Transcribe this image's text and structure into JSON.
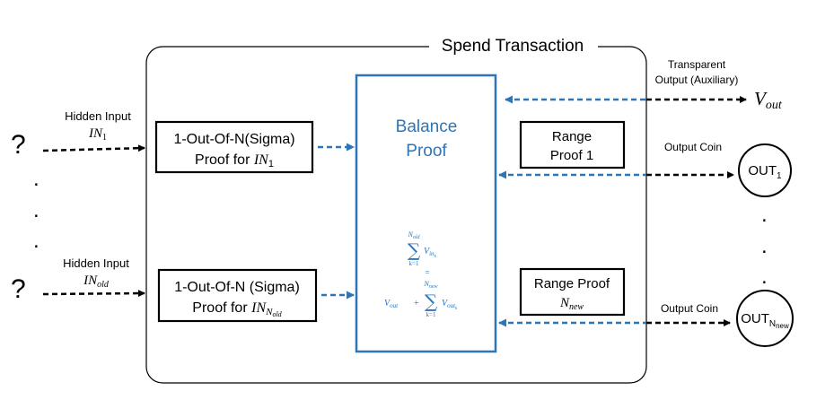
{
  "title": "Spend Transaction",
  "inputs": [
    {
      "marker": "?",
      "label": "Hidden Input",
      "var": "IN",
      "sub": "1"
    },
    {
      "marker": "?",
      "label": "Hidden Input",
      "var": "IN",
      "sub": "old"
    }
  ],
  "ellipsis": ".",
  "sigma_proofs": [
    {
      "line1": "1-Out-Of-N(Sigma)",
      "line2_prefix": "Proof for ",
      "var": "IN",
      "sub": "1",
      "subsub": ""
    },
    {
      "line1": "1-Out-Of-N (Sigma)",
      "line2_prefix": "Proof for ",
      "var": "IN",
      "sub": "N",
      "subsub": "old"
    }
  ],
  "balance_proof": {
    "line1": "Balance",
    "line2": "Proof",
    "formula": {
      "sigma": "∑",
      "top_var": "N",
      "top_sub": "old",
      "bottom": "k=1",
      "lhs_var": "V",
      "lhs_sub": "in",
      "lhs_subsub": "k",
      "equals": "=",
      "rhs_var": "V",
      "rhs_sub": "out",
      "plus": "+",
      "top2_var": "N",
      "top2_sub": "new",
      "bottom2": "k=1",
      "rhs2_var": "V",
      "rhs2_sub": "out",
      "rhs2_subsub": "k"
    }
  },
  "range_proofs": [
    {
      "line1": "Range",
      "line2": "Proof 1"
    },
    {
      "line1": "Range Proof",
      "var": "N",
      "sub": "new"
    }
  ],
  "transparent_output": {
    "line1": "Transparent",
    "line2": "Output (Auxiliary)",
    "var": "V",
    "sub": "out"
  },
  "output_coins": [
    {
      "label": "Output Coin",
      "name": "OUT",
      "sub": "1"
    },
    {
      "label": "Output Coin",
      "name": "OUT",
      "sub": "N",
      "subsub": "new"
    }
  ],
  "colors": {
    "accent": "#2e75b6",
    "line": "#000000"
  }
}
